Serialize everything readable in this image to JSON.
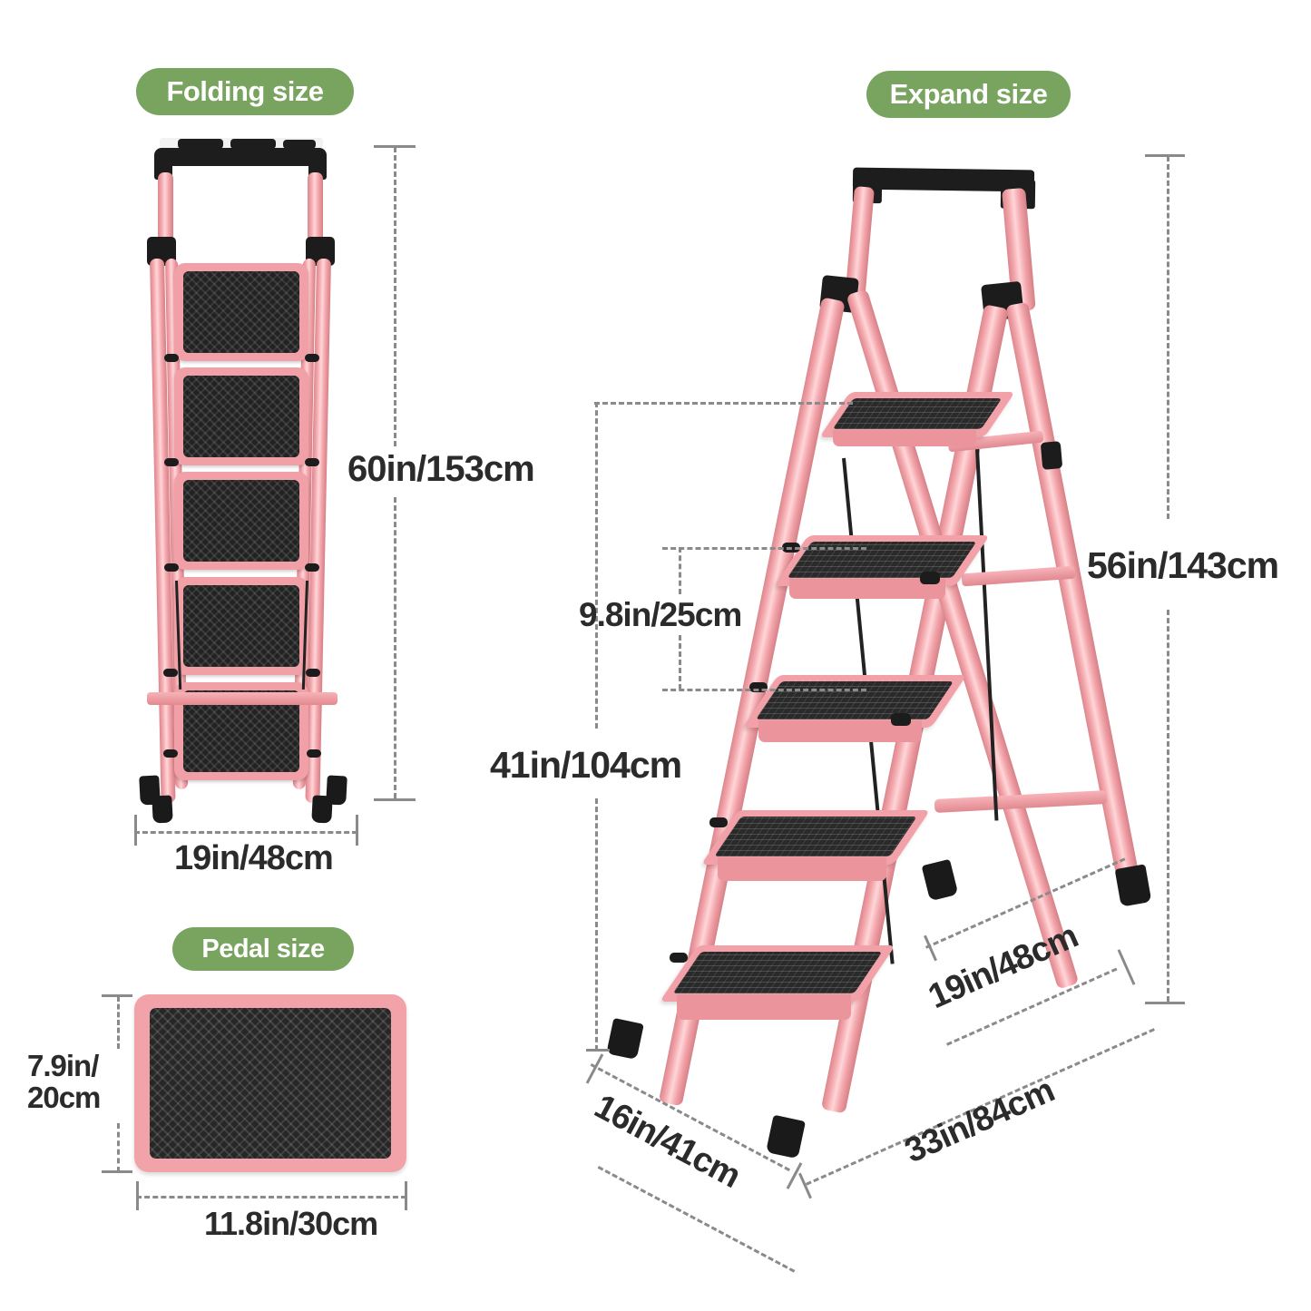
{
  "sections": {
    "folding": {
      "pill_label": "Folding size"
    },
    "expand": {
      "pill_label": "Expand size"
    },
    "pedal": {
      "pill_label": "Pedal size"
    }
  },
  "dimensions": {
    "folded_height": "60in/153cm",
    "folded_width": "19in/48cm",
    "expanded_height": "56in/143cm",
    "step_spacing": "9.8in/25cm",
    "top_step_height": "41in/104cm",
    "expanded_depth_top": "19in/48cm",
    "base_front_width": "16in/41cm",
    "base_depth": "33in/84cm",
    "pedal_depth_line1": "7.9in/",
    "pedal_depth_line2": "20cm",
    "pedal_width": "11.8in/30cm"
  },
  "colors": {
    "pill_green": "#78a45f",
    "pill_text": "#ffffff",
    "frame_pink": "#f2a1a8",
    "tread_black": "#1d1d1d",
    "dim_text": "#2b2b2b",
    "dim_line": "#8a8a8a",
    "background": "#ffffff"
  },
  "product": {
    "name": "pink-folding-step-ladder",
    "step_count": 5
  }
}
